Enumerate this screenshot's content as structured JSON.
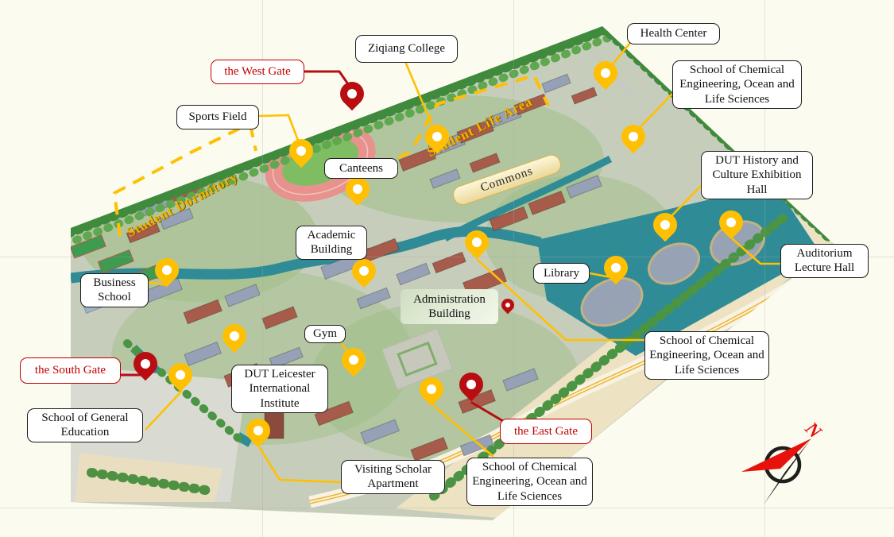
{
  "title": "DUT Campus Map",
  "colors": {
    "pin_yellow": "#FFC003",
    "pin_red": "#B80E12",
    "gate_text_red": "#C00000",
    "connector_yellow": "#FFC003",
    "water_teal": "#2F8C96",
    "region_text_gold": "#F5B301",
    "background": "#FBFBEF"
  },
  "compass": {
    "label": "N"
  },
  "map_texts": {
    "student_dormitory": "Student Dormitory",
    "student_life_area": "Student Life Area",
    "commons": "Commons"
  },
  "labels": [
    {
      "id": "west-gate",
      "text": "the West Gate",
      "type": "gate"
    },
    {
      "id": "ziqiang-college",
      "text": "Ziqiang College",
      "type": "building"
    },
    {
      "id": "health-center",
      "text": "Health Center",
      "type": "building"
    },
    {
      "id": "chem-school-top",
      "text": "School of Chemical Engineering, Ocean and Life Sciences",
      "type": "building"
    },
    {
      "id": "sports-field",
      "text": "Sports Field",
      "type": "building"
    },
    {
      "id": "canteens",
      "text": "Canteens",
      "type": "building"
    },
    {
      "id": "academic-building",
      "text": "Academic Building",
      "type": "building"
    },
    {
      "id": "dut-history-hall",
      "text": "DUT History and Culture Exhibition Hall",
      "type": "building"
    },
    {
      "id": "auditorium",
      "text": "Auditorium Lecture Hall",
      "type": "building"
    },
    {
      "id": "library",
      "text": "Library",
      "type": "building"
    },
    {
      "id": "chem-school-mid",
      "text": "School of Chemical Engineering, Ocean and Life Sciences",
      "type": "building"
    },
    {
      "id": "administration",
      "text": "Administration Building",
      "type": "admin"
    },
    {
      "id": "business-school",
      "text": "Business School",
      "type": "building"
    },
    {
      "id": "gym",
      "text": "Gym",
      "type": "building"
    },
    {
      "id": "dut-leicester",
      "text": "DUT Leicester International Institute",
      "type": "building"
    },
    {
      "id": "south-gate",
      "text": "the South Gate",
      "type": "gate"
    },
    {
      "id": "general-education",
      "text": "School of General Education",
      "type": "building"
    },
    {
      "id": "east-gate",
      "text": "the East Gate",
      "type": "gate"
    },
    {
      "id": "chem-school-bottom",
      "text": "School of Chemical Engineering, Ocean and Life Sciences",
      "type": "building"
    },
    {
      "id": "visiting-scholar",
      "text": "Visiting Scholar Apartment",
      "type": "building"
    }
  ],
  "pins": [
    {
      "id": "west-gate",
      "color": "red"
    },
    {
      "id": "south-gate",
      "color": "red"
    },
    {
      "id": "east-gate",
      "color": "red"
    },
    {
      "id": "administration",
      "color": "red"
    },
    {
      "id": "ziqiang-college",
      "color": "yellow"
    },
    {
      "id": "health-center",
      "color": "yellow"
    },
    {
      "id": "chem-school-top",
      "color": "yellow"
    },
    {
      "id": "sports-field",
      "color": "yellow"
    },
    {
      "id": "canteens",
      "color": "yellow"
    },
    {
      "id": "academic-building",
      "color": "yellow"
    },
    {
      "id": "dut-history-hall",
      "color": "yellow"
    },
    {
      "id": "auditorium",
      "color": "yellow"
    },
    {
      "id": "library",
      "color": "yellow"
    },
    {
      "id": "chem-school-mid",
      "color": "yellow"
    },
    {
      "id": "business-school",
      "color": "yellow"
    },
    {
      "id": "dut-leicester",
      "color": "yellow"
    },
    {
      "id": "gym",
      "color": "yellow"
    },
    {
      "id": "general-education",
      "color": "yellow"
    },
    {
      "id": "chem-school-bottom",
      "color": "yellow"
    },
    {
      "id": "visiting-scholar",
      "color": "yellow"
    }
  ]
}
